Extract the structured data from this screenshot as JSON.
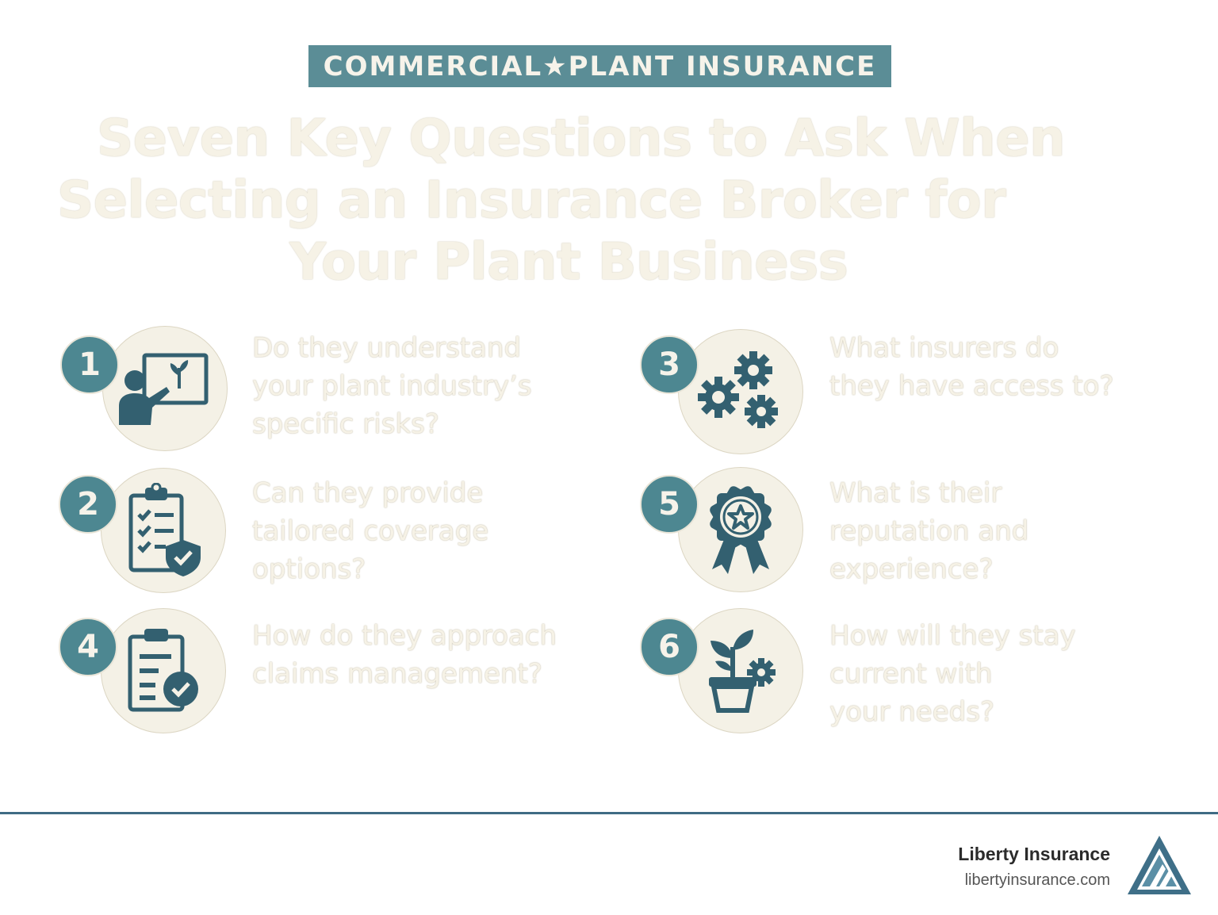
{
  "header": {
    "banner": "COMMERCIAL★PLANT INSURANCE",
    "title_lines": [
      "Seven Key Questions to Ask When",
      "Selecting an Insurance Broker for",
      "Your Plant Business"
    ]
  },
  "items": [
    {
      "number": "1",
      "icon": "teacher-plant-board-icon",
      "lines": [
        "Do they understand",
        "your plant industry’s",
        "specific risks?"
      ]
    },
    {
      "number": "2",
      "icon": "checklist-shield-icon",
      "lines": [
        "Can they provide",
        "tailored coverage",
        "options?"
      ]
    },
    {
      "number": "3",
      "icon": "gears-icon",
      "lines": [
        "What insurers do",
        "they have access to?"
      ]
    },
    {
      "number": "4",
      "icon": "clipboard-check-icon",
      "lines": [
        "How do they approach",
        "claims management?"
      ]
    },
    {
      "number": "5",
      "icon": "award-ribbon-icon",
      "lines": [
        "What is their",
        "reputation and",
        "experience?"
      ]
    },
    {
      "number": "6",
      "icon": "potted-plant-gear-icon",
      "lines": [
        "How will they stay",
        "current with",
        "your needs?"
      ]
    }
  ],
  "footer": {
    "brand": "Liberty Insurance",
    "url": "libertyinsurance.com",
    "logo_icon": "triangle-logo-icon"
  },
  "colors": {
    "accent": "#4d8791",
    "banner": "#5b8d96",
    "cream": "#f4f1e6",
    "rule": "#3f6b84",
    "icon": "#336070"
  }
}
